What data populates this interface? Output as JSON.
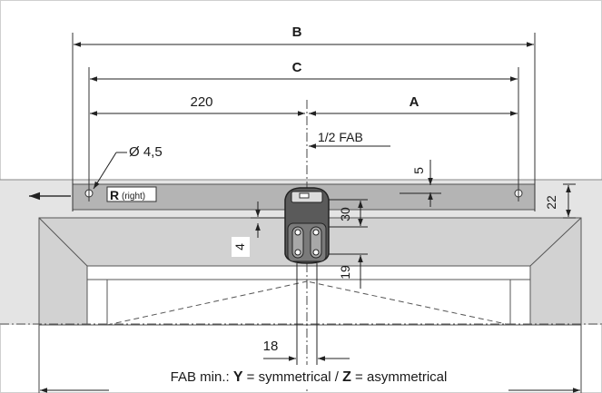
{
  "dimensions": {
    "B": "B",
    "C": "C",
    "left_span": "220",
    "A": "A",
    "half_fab": "1/2 FAB",
    "hole_diameter": "Ø 4,5",
    "offset_5": "5",
    "height_22": "22",
    "height_30": "30",
    "height_4": "4",
    "height_19": "19",
    "width_18": "18"
  },
  "track_label": {
    "letter": "R",
    "note": "(right)"
  },
  "footer": {
    "prefix": "FAB min.: ",
    "y_letter": "Y",
    "y_text": " = symmetrical  / ",
    "z_letter": "Z",
    "z_text": " = asymmetrical"
  },
  "colors": {
    "wall": "#e6e6e6",
    "track": "#b4b4b4",
    "frame": "#d2d2d2",
    "frame_inner": "#ffffff",
    "line": "#2a2a2a"
  }
}
